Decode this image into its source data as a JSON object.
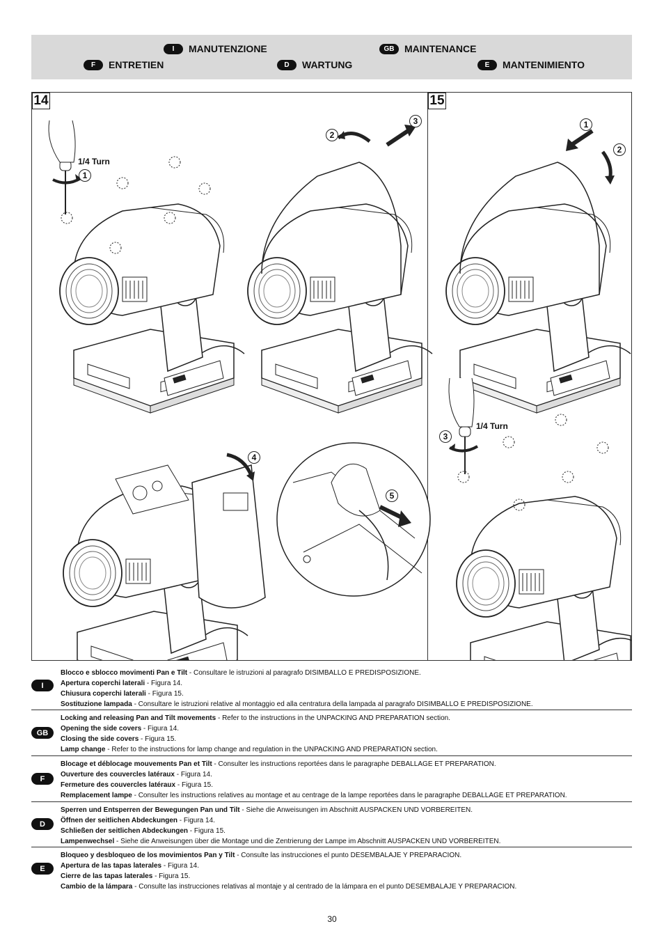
{
  "header": {
    "items": [
      {
        "code": "I",
        "label": "MANUTENZIONE"
      },
      {
        "code": "GB",
        "label": "MAINTENANCE"
      },
      {
        "code": "F",
        "label": "ENTRETIEN"
      },
      {
        "code": "D",
        "label": "WARTUNG"
      },
      {
        "code": "E",
        "label": "MANTENIMIENTO"
      }
    ]
  },
  "figures": {
    "fig14": {
      "number": "14",
      "turn_label": "1/4 Turn",
      "steps": [
        "1",
        "2",
        "3",
        "4",
        "5"
      ]
    },
    "fig15": {
      "number": "15",
      "turn_label": "1/4 Turn",
      "steps": [
        "1",
        "2",
        "3"
      ]
    }
  },
  "sections": [
    {
      "code": "I",
      "lines": [
        {
          "bold": "Blocco e sblocco movimenti Pan e Tilt",
          "text": "  - Consultare le istruzioni al paragrafo DISIMBALLO E PREDISPOSIZIONE."
        },
        {
          "bold": "Apertura coperchi laterali",
          "text": " - Figura 14."
        },
        {
          "bold": "Chiusura coperchi laterali",
          "text": " - Figura 15."
        },
        {
          "bold": "Sostituzione lampada",
          "text": " - Consultare le istruzioni relative al montaggio ed alla centratura della lampada al paragrafo DISIMBALLO E PREDISPOSIZIONE."
        }
      ]
    },
    {
      "code": "GB",
      "lines": [
        {
          "bold": "Locking and releasing Pan and Tilt movements",
          "text": " - Refer to the instructions in the UNPACKING AND PREPARATION section."
        },
        {
          "bold": "Opening the side covers",
          "text": " - Figura 14."
        },
        {
          "bold": "Closing the side covers",
          "text": " - Figura 15."
        },
        {
          "bold": "Lamp change",
          "text": " - Refer to the instructions for lamp change and regulation in the UNPACKING AND PREPARATION section."
        }
      ]
    },
    {
      "code": "F",
      "lines": [
        {
          "bold": "Blocage et déblocage mouvements Pan et Tilt",
          "text": "  - Consulter les instructions reportées dans le paragraphe DEBALLAGE ET PREPARATION."
        },
        {
          "bold": "Ouverture des couvercles latéraux",
          "text": " - Figura 14."
        },
        {
          "bold": "Fermeture des couvercles latéraux",
          "text": " - Figura 15."
        },
        {
          "bold": "Remplacement lampe",
          "text": " - Consulter les instructions relatives au montage et au centrage de la lampe reportées dans le paragraphe DEBALLAGE ET PREPARATION."
        }
      ]
    },
    {
      "code": "D",
      "lines": [
        {
          "bold": "Sperren und Entsperren der Bewegungen Pan und Tilt",
          "text": "  - Siehe die Anweisungen im Abschnitt AUSPACKEN UND VORBEREITEN."
        },
        {
          "bold": "Öffnen der seitlichen Abdeckungen",
          "text": " - Figura 14."
        },
        {
          "bold": "Schließen der seitlichen Abdeckungen",
          "text": " - Figura 15."
        },
        {
          "bold": "Lampenwechsel",
          "text": " - Siehe die Anweisungen über die Montage und die Zentrierung der Lampe im Abschnitt AUSPACKEN UND VORBEREITEN."
        }
      ]
    },
    {
      "code": "E",
      "lines": [
        {
          "bold": "Bloqueo y desbloqueo de los movimientos Pan y Tilt",
          "text": " - Consulte las instrucciones el punto DESEMBALAJE Y PREPARACION."
        },
        {
          "bold": "Apertura de las tapas laterales",
          "text": " - Figura 14."
        },
        {
          "bold": "Cierre de las tapas laterales",
          "text": " - Figura 15."
        },
        {
          "bold": "Cambio de la lámpara",
          "text": " - Consulte las instrucciones relativas al montaje y al centrado de la lámpara en el punto DESEMBALAJE Y PREPARACION."
        }
      ]
    }
  ],
  "page_number": "30"
}
